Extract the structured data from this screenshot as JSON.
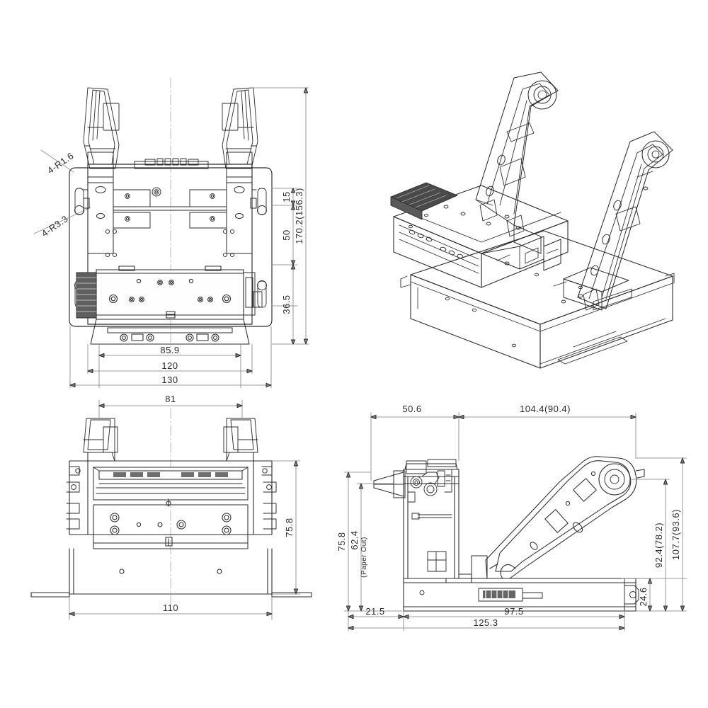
{
  "sheet": {
    "title": "Kiosk printer mechanism — technical outline drawing",
    "background_color": "#ffffff",
    "line_color": "#2b2b2b",
    "dim_text_color": "#2b2b2b",
    "shade_color": "#4a4a4a",
    "centerline_color": "#9a9a9a",
    "units": "mm"
  },
  "views": [
    {
      "id": "top-left-plan",
      "name": "plan-view",
      "position": "top-left",
      "description": "Plan (top) view of printer mechanism with two presenter arms folded, mounting bracket and cutter assembly"
    },
    {
      "id": "top-right-iso",
      "name": "isometric-view",
      "position": "top-right",
      "description": "Isometric 3D line drawing of the printer mechanism with two raised presenter arms on a mounting chassis"
    },
    {
      "id": "bottom-left-front",
      "name": "front-elevation-view",
      "position": "bottom-left",
      "description": "Front elevation showing print head, paper slot and mounting flange"
    },
    {
      "id": "bottom-right-side",
      "name": "side-elevation-view",
      "position": "bottom-right",
      "description": "Side elevation showing printer body, paper path and inclined presenter arm"
    }
  ],
  "dimensions": {
    "plan_view": {
      "radius_note_upper": "4-R1.6",
      "radius_note_lower": "4-R3.3",
      "right_15": "15",
      "right_50": "50",
      "right_36_5": "36.5",
      "right_overall": "170.2(156.3)",
      "bottom_85_9": "85.9",
      "bottom_120": "120",
      "bottom_130": "130"
    },
    "front_view": {
      "top_81": "81",
      "right_75_8": "75.8",
      "bottom_110": "110"
    },
    "side_view": {
      "top_50_6": "50.6",
      "top_104_4": "104.4(90.4)",
      "left_75_8": "75.8",
      "left_62_4": "62.4",
      "left_62_4_note": "(Paper Out)",
      "right_92_4": "92.4(78.2)",
      "right_107_7": "107.7(93.6)",
      "right_24_6": "24.6",
      "bottom_21_5": "21.5",
      "bottom_97_5": "97.5",
      "bottom_125_3": "125.3"
    }
  },
  "chart_data": {
    "type": "table",
    "title": "Printer mechanism dimensions (mm)",
    "categories": [
      "Plan overall height 170.2(156.3)",
      "Plan width 130",
      "Plan width 120",
      "Plan width 85.9",
      "Plan offset 15",
      "Plan offset 50",
      "Plan offset 36.5",
      "Front width 81",
      "Front width 110",
      "Front height 75.8",
      "Side width 50.6",
      "Side width 104.4(90.4)",
      "Side height 75.8",
      "Side height 62.4 (Paper Out)",
      "Side height 92.4(78.2)",
      "Side height 107.7(93.6)",
      "Side height 24.6",
      "Side depth 21.5",
      "Side depth 97.5",
      "Side depth 125.3"
    ],
    "values": [
      170.2,
      130,
      120,
      85.9,
      15,
      50,
      36.5,
      81,
      110,
      75.8,
      50.6,
      104.4,
      75.8,
      62.4,
      92.4,
      107.7,
      24.6,
      21.5,
      97.5,
      125.3
    ]
  }
}
